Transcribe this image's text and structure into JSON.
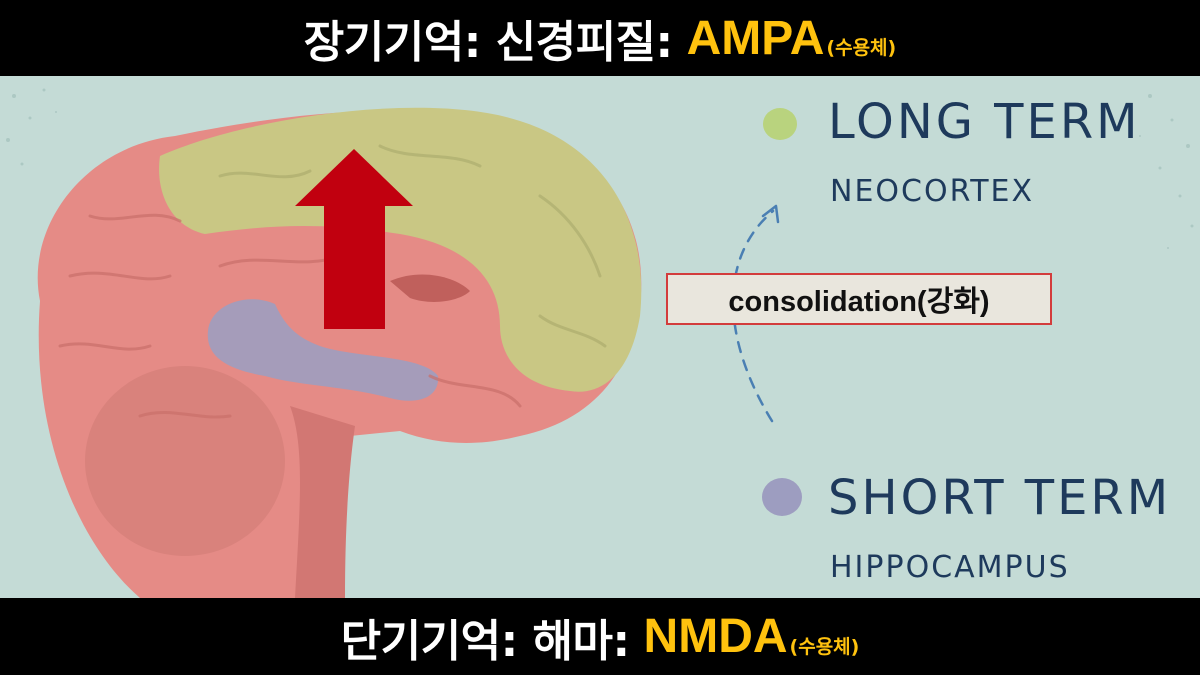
{
  "top_caption": {
    "text": "장기기억: 신경피질:",
    "highlight": "AMPA",
    "suffix": "(수용체)"
  },
  "bottom_caption": {
    "text": "단기기억: 해마:",
    "highlight": "NMDA",
    "suffix": "(수용체)"
  },
  "labels": {
    "long_term": "LONG TERM",
    "neocortex": "NEOCORTEX",
    "short_term": "SHORT TERM",
    "hippocampus": "HIPPOCAMPUS",
    "consolidation": "consolidation(강화)"
  },
  "colors": {
    "caption_highlight": "#ffc20e",
    "background": "#c4dbd6",
    "brain": "#e58b86",
    "neocortex": "#c9c784",
    "hippocampus": "#9d9dc0",
    "arrow": "#c1000f",
    "label_text": "#1e3a5c",
    "dashed_arrow": "#4a7fb3",
    "box_border": "#d33c3c"
  }
}
